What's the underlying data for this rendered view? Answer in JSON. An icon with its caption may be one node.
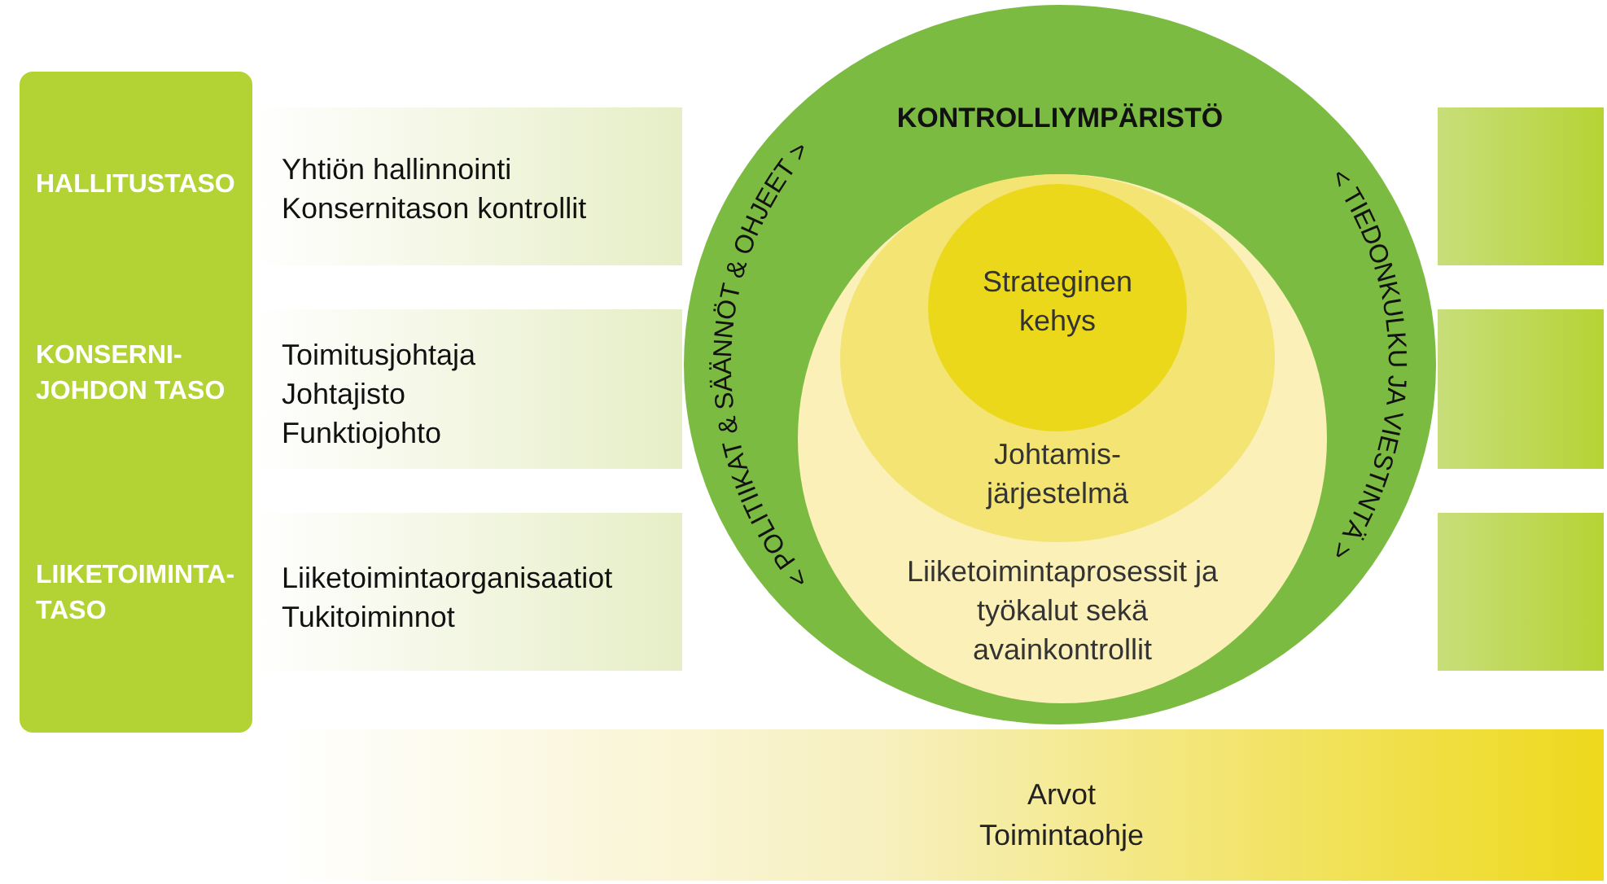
{
  "diagram": {
    "nodes": [
      {
        "text": [
          "HALLITUSTASO",
          "KONSERNI-JOHDON TASO",
          "LIIKETOIMINTA-TASO"
        ]
      },
      {
        "text": [
          "Yhtiön hallinnointi",
          "Konsernitason kontrollit"
        ]
      },
      {
        "text": [
          "Toimitusjohtaja",
          "Johtajisto",
          "Funktiojohto"
        ]
      },
      {
        "text": [
          "Liiketoimintaorganisaatiot",
          "Tukitoiminnot"
        ]
      },
      {
        "text": [
          "Arvot",
          "Toimintaohje"
        ]
      },
      {
        "text": [
          "KONTROLLIYMPÄRISTÖ",
          "< POLITIIKAT & SÄÄNNÖT & OHJEET >",
          "< TIEDONKULKU JA VIESTINTÄ >"
        ]
      },
      {
        "text": [
          "Liiketoimintaprosessit ja työkalut sekä avainkontrollit"
        ],
        "in": 5
      },
      {
        "text": [
          "Johtamis-järjestelmä"
        ],
        "in": 6
      },
      {
        "text": [
          "Strateginen kehys"
        ],
        "in": 7
      },
      {
        "text": [],
        "shape": "bar"
      },
      {
        "text": [],
        "shape": "bar"
      },
      {
        "text": [],
        "shape": "bar"
      }
    ]
  }
}
